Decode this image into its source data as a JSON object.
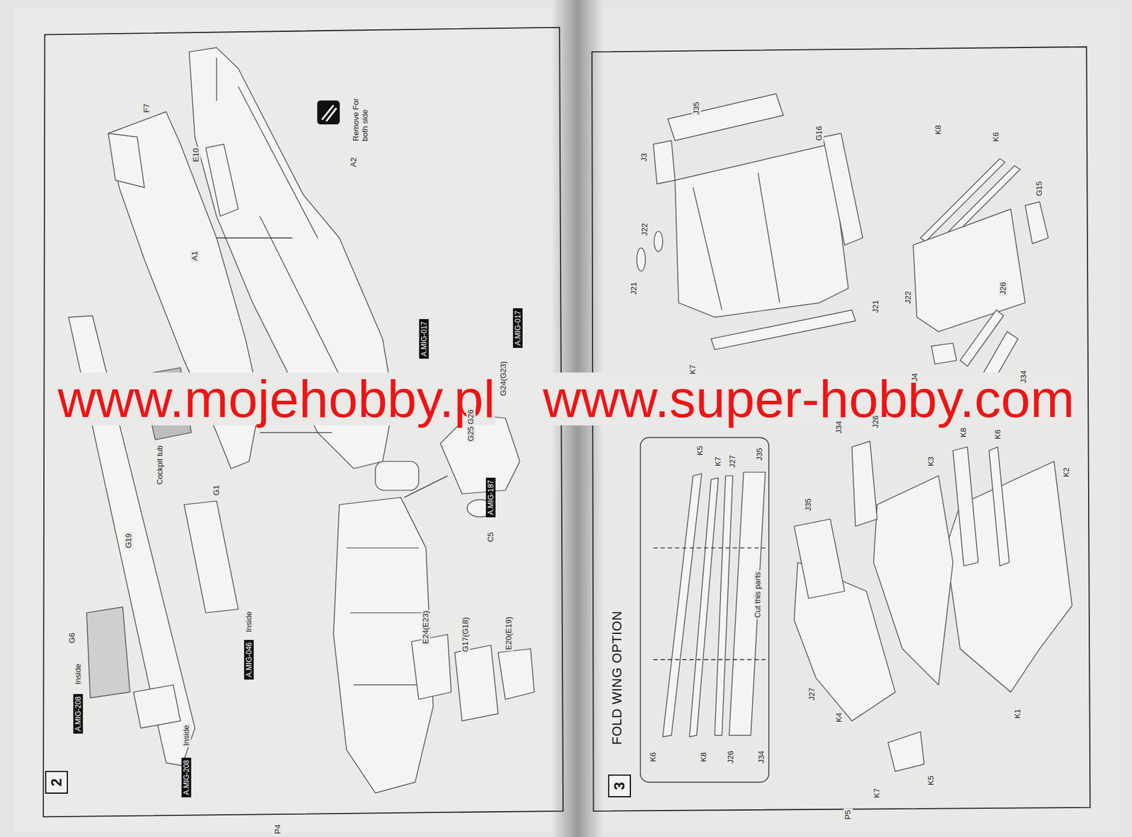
{
  "diagram": {
    "nodes": [
      {
        "text": [
          "2"
        ]
      },
      {
        "text": [
          "3"
        ]
      },
      {
        "text": [
          "A.MIG-017"
        ]
      },
      {
        "text": [
          "A.MIG-017"
        ]
      },
      {
        "text": [
          "A.MIG-187"
        ]
      },
      {
        "text": [
          "A.MIG-208"
        ]
      },
      {
        "text": [
          "A.MIG-046"
        ]
      },
      {
        "text": [
          "A.MIG-208"
        ]
      }
    ],
    "labels": [
      "www.mojehobby.pl",
      "www.super-hobby.com",
      "F7",
      "E10",
      "A1",
      "A2",
      "Remove For both side",
      "Cockpit tub",
      "G25 G26",
      "G24(G23)",
      "C5",
      "G1",
      "G19",
      "G6",
      "Inside",
      "Inside",
      "Inside",
      "E24(E23)",
      "G17(G18)",
      "E20(E19)",
      "P4",
      "J35",
      "J3",
      "G16",
      "J22",
      "J21",
      "K7",
      "K8",
      "K6",
      "G15",
      "J26",
      "J34",
      "J21",
      "J22",
      "J4",
      "J26",
      "J34",
      "K8",
      "K6",
      "K3",
      "K2",
      "J35",
      "J27",
      "K4",
      "K1",
      "K7",
      "K5",
      "K5",
      "K7",
      "J27",
      "J35",
      "Cut this parts",
      "K6",
      "K8",
      "J26",
      "J34",
      "FOLD WING OPTION",
      "P5"
    ]
  }
}
